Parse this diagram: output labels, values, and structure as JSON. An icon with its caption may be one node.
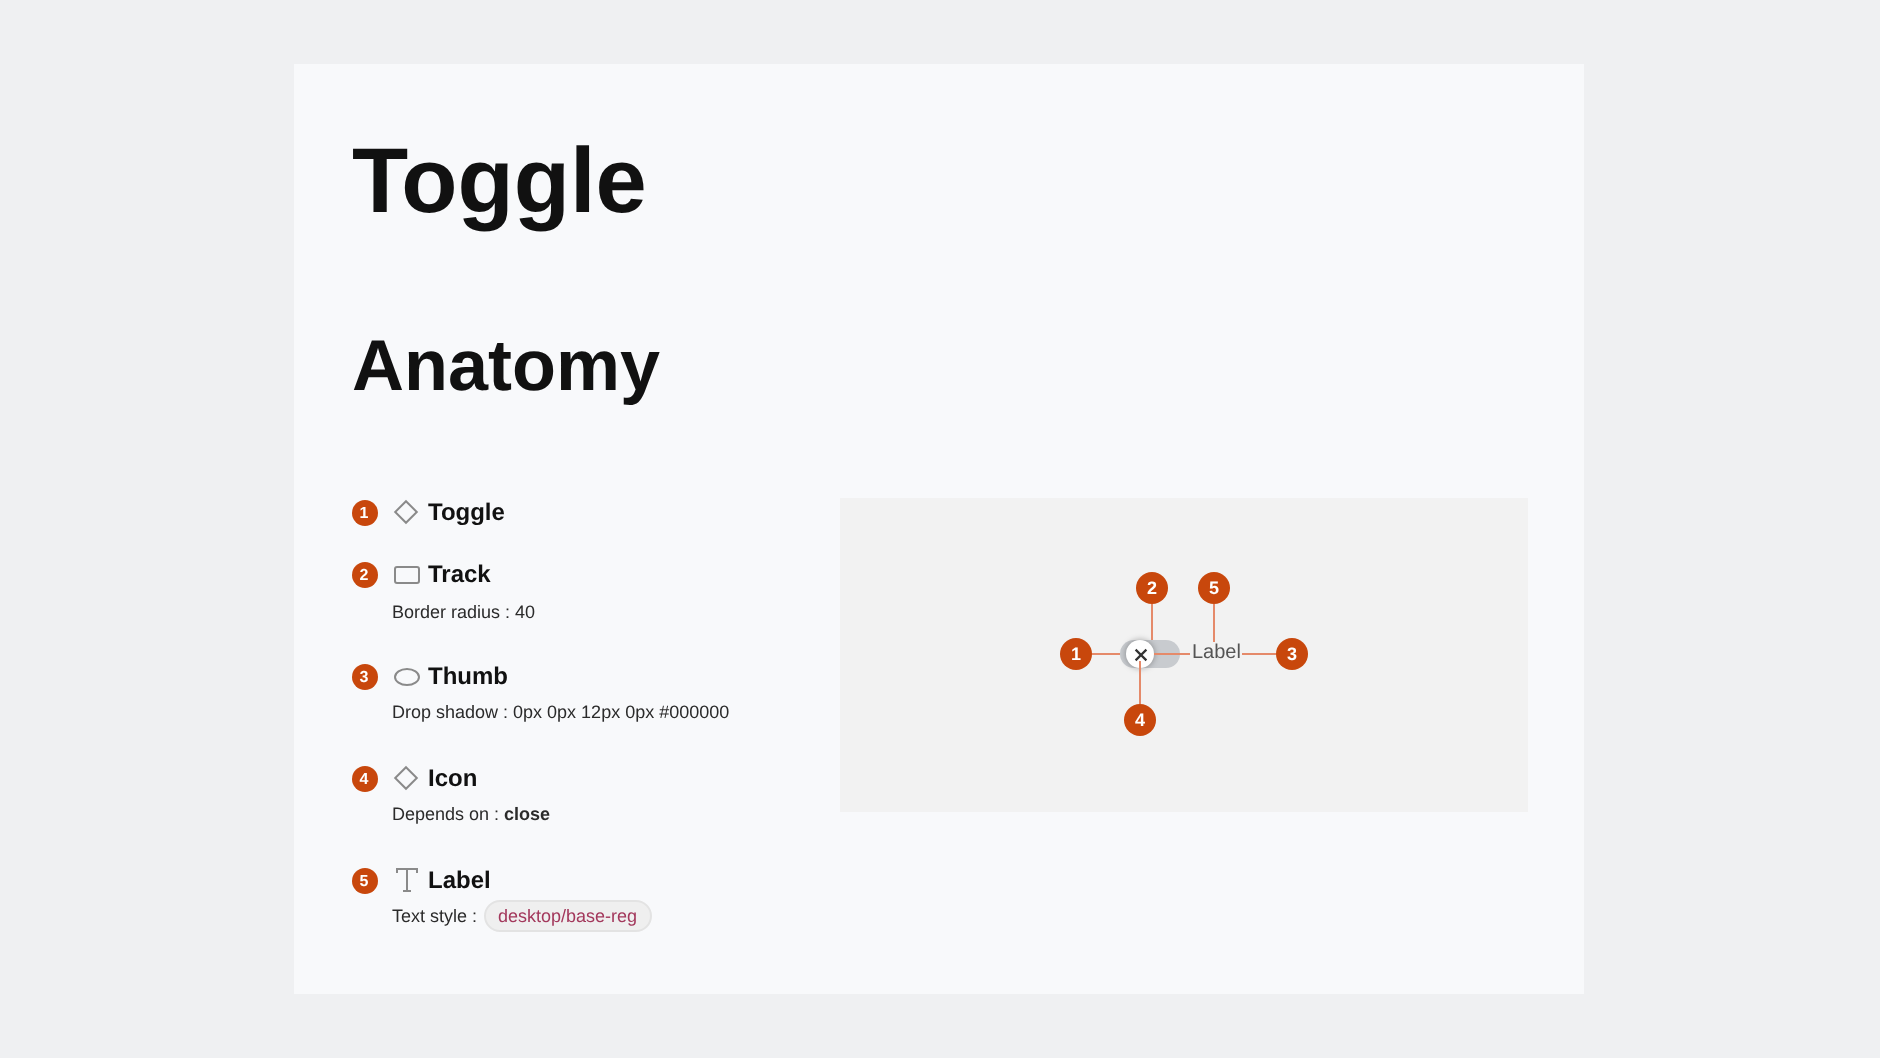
{
  "diagram": {
    "title": "Toggle",
    "nodes": [
      {
        "text": [
          "1"
        ]
      },
      {
        "text": [
          "2"
        ]
      },
      {
        "text": [
          "3"
        ]
      },
      {
        "text": [
          "4"
        ]
      },
      {
        "text": [
          "5"
        ]
      },
      {
        "text": [],
        "shape": "bar"
      },
      {
        "text": [],
        "shape": "circle",
        "in": 5
      },
      {
        "text": [],
        "shape": "cross",
        "in": 6
      },
      {
        "text": [
          "Label"
        ]
      }
    ],
    "edges": [
      {
        "from": 0,
        "to": 5,
        "arrow": "none"
      },
      {
        "from": 1,
        "to": 5,
        "arrow": "none"
      },
      {
        "from": 2,
        "to": 6,
        "arrow": "none"
      },
      {
        "from": 3,
        "to": 7,
        "arrow": "none"
      },
      {
        "from": 4,
        "to": 8,
        "arrow": "none"
      }
    ],
    "labels": [
      "Anatomy",
      "1",
      "Toggle",
      "2",
      "Track",
      "Border radius : 40",
      "3",
      "Thumb",
      "Drop shadow : 0px 0px 12px 0px #000000",
      "4",
      "Icon",
      "Depends on : **close**",
      "5",
      "Label",
      "Text style :",
      "desktop/base-reg"
    ]
  }
}
